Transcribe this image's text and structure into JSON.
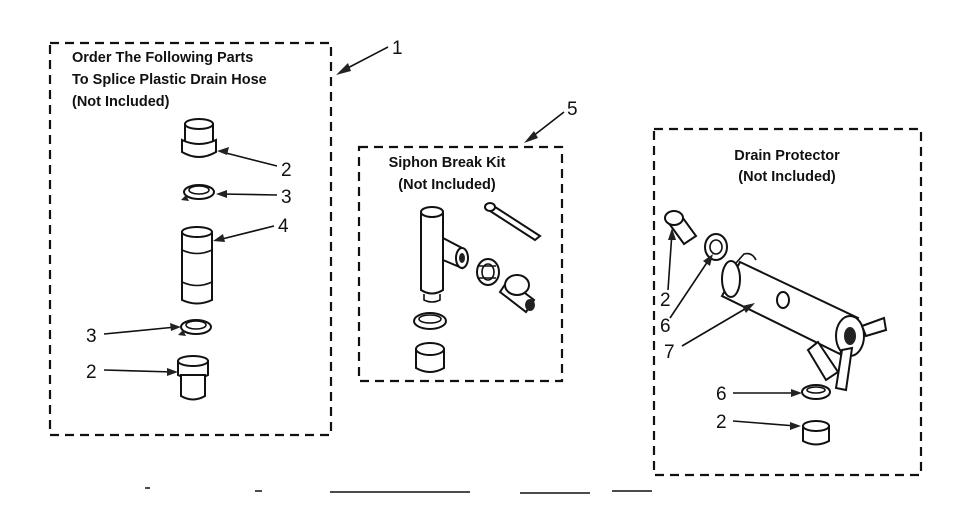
{
  "left_box": {
    "lines": [
      "Order The Following Parts",
      "To Splice Plastic Drain Hose",
      "(Not Included)"
    ],
    "callout": "1",
    "labels": {
      "top_2": "2",
      "top_3": "3",
      "connector_4": "4",
      "bottom_3": "3",
      "bottom_2": "2"
    }
  },
  "siphon_box": {
    "lines": [
      "Siphon Break Kit",
      "(Not Included)"
    ],
    "callout": "5"
  },
  "drain_box": {
    "lines": [
      "Drain Protector",
      "(Not Included)"
    ],
    "labels": {
      "left_2": "2",
      "left_6": "6",
      "body_7": "7",
      "lower_6": "6",
      "lower_2": "2"
    }
  }
}
